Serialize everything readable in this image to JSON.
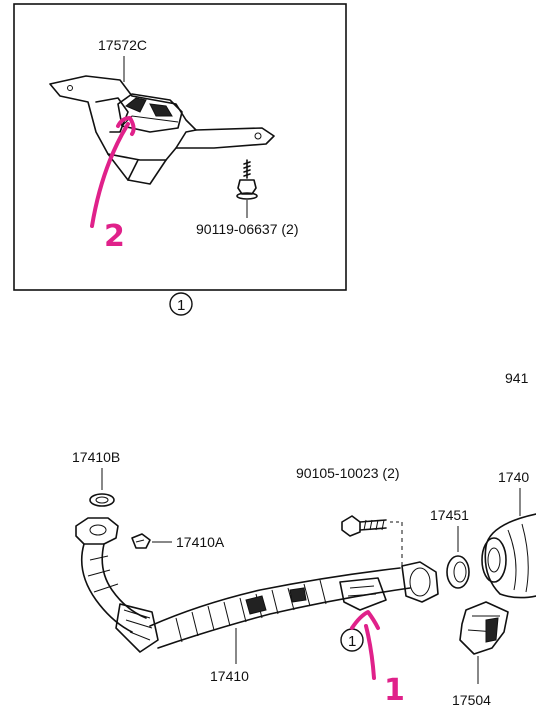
{
  "inset": {
    "part_bracket": "17572C",
    "part_bolt": "90119-06637 (2)",
    "marker": "2",
    "caption": "1"
  },
  "main": {
    "page_ref": "941",
    "parts": {
      "gasket": "17410B",
      "clip": "17410A",
      "pipe": "17410",
      "bolt": "90105-10023 (2)",
      "ring": "17451",
      "converter": "1740",
      "shield": "17504"
    },
    "marker": "1",
    "callout": "1"
  }
}
